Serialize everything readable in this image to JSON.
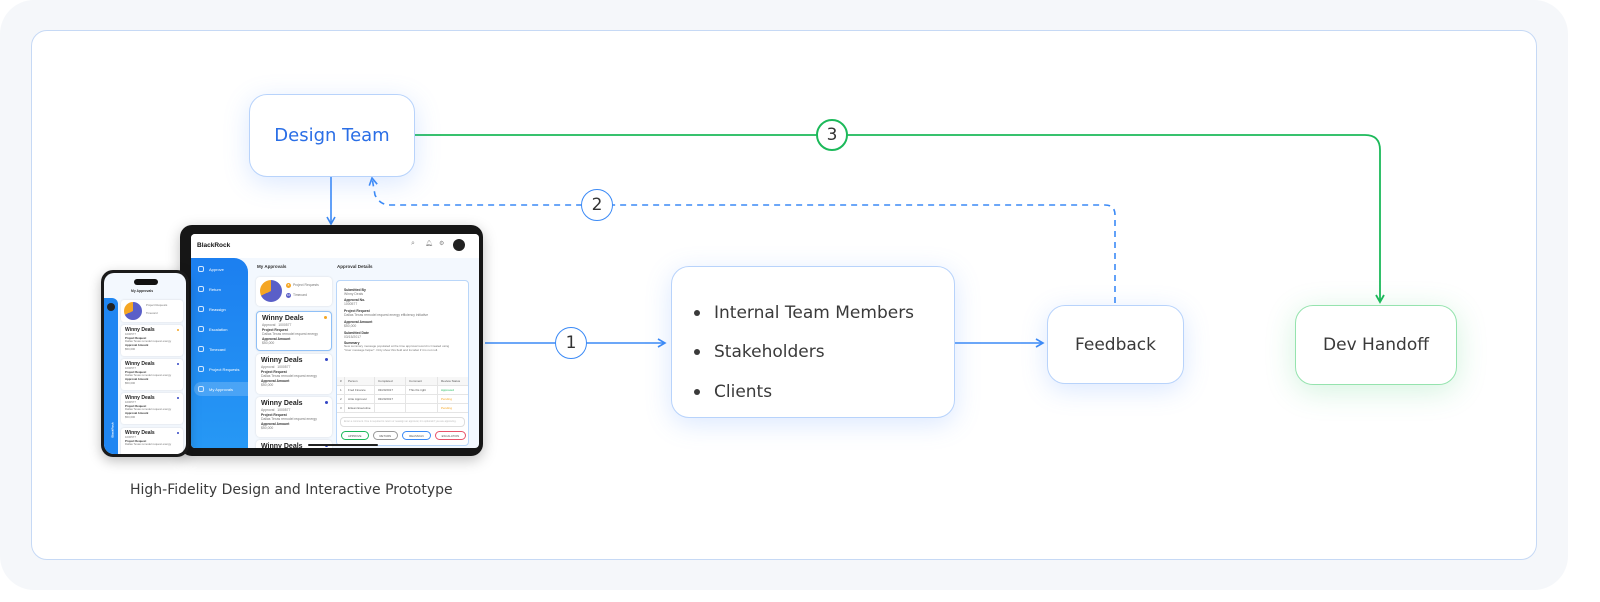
{
  "diagram": {
    "design_team": "Design Team",
    "audience": [
      "Internal Team Members",
      "Stakeholders",
      "Clients"
    ],
    "feedback": "Feedback",
    "dev_handoff": "Dev Handoff",
    "caption": "High-Fidelity Design and Interactive Prototype",
    "steps": [
      "1",
      "2",
      "3"
    ],
    "colors": {
      "blue": "#3b8af6",
      "green": "#1cb95a",
      "design_text": "#2a6ee6"
    }
  },
  "mockup": {
    "brand": "BlackRock",
    "sidebar": [
      "Approve",
      "Return",
      "Reassign",
      "Escalation",
      "Timecard",
      "Project Requests",
      "My Approvals"
    ],
    "my_approvals_title": "My Approvals",
    "details_title": "Approval Details",
    "legend": [
      {
        "count": "8",
        "label": "Project Requests",
        "color": "#f5a623"
      },
      {
        "count": "10",
        "label": "Timecard",
        "color": "#5a5fc8"
      }
    ],
    "card": {
      "name": "Winny Deals",
      "approval_label": "Approval",
      "approval_no": "1000577",
      "req_label": "Project Request",
      "req": "Dallas Texas remodel request energy",
      "amount_label": "Approval Amount",
      "amount": "$50,000"
    },
    "details": [
      {
        "k": "Submitted By",
        "v": "Winny Deals"
      },
      {
        "k": "Approval No.",
        "v": "1000577"
      },
      {
        "k": "Project Request",
        "v": "Dallas Texas remodel request energy efficiency initiative"
      },
      {
        "k": "Approval Amount",
        "v": "$50,000"
      },
      {
        "k": "Submitted Date",
        "v": "03/15/2017"
      },
      {
        "k": "Summary",
        "v": "New summary message populated at the time approval record is Created using \"User message helper\". Only show this field and its label if it is not null."
      }
    ],
    "table_headers": [
      "#",
      "Person",
      "Completed",
      "Comment",
      "Review Status"
    ],
    "table_rows": [
      [
        "1",
        "Fred Finance",
        "03/20/2017",
        "This fits right",
        "Approved"
      ],
      [
        "2",
        "Artie Approver",
        "03/20/2017",
        "",
        "Pending"
      ],
      [
        "3",
        "Erlean Executive",
        "",
        "",
        "Pending"
      ]
    ],
    "comment_placeholder": "Enter a comment. One is required to return or reassign an approval, it is optional if you are approving.",
    "buttons": [
      "APPROVE",
      "RETURN",
      "REASSIGN",
      "ESCALATION"
    ]
  }
}
